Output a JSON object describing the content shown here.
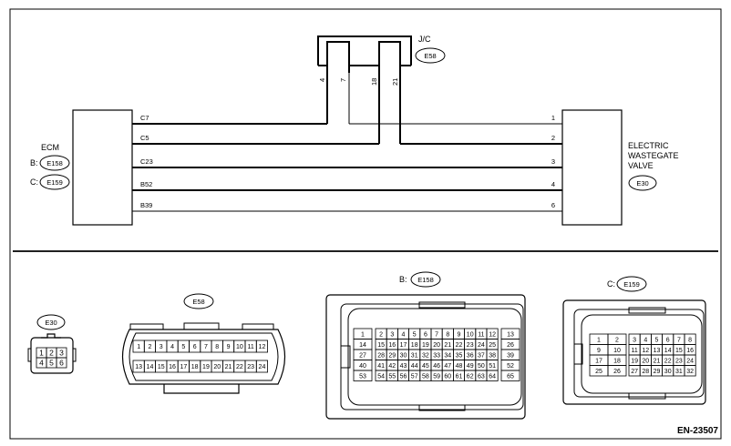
{
  "schematic": {
    "jc": {
      "label": "J/C",
      "connector": "E58",
      "pins": [
        "4",
        "7",
        "18",
        "21"
      ]
    },
    "ecm": {
      "label": "ECM",
      "b_prefix": "B:",
      "b_connector": "E158",
      "c_prefix": "C:",
      "c_connector": "E159"
    },
    "valve": {
      "label_lines": [
        "ELECTRIC",
        "WASTEGATE",
        "VALVE"
      ],
      "connector": "E30"
    },
    "wires": [
      {
        "ecm_pin": "C7",
        "valve_pin": "1"
      },
      {
        "ecm_pin": "C5",
        "valve_pin": "2"
      },
      {
        "ecm_pin": "C23",
        "valve_pin": "3"
      },
      {
        "ecm_pin": "B52",
        "valve_pin": "4"
      },
      {
        "ecm_pin": "B39",
        "valve_pin": "6"
      }
    ]
  },
  "connectors": {
    "e30": {
      "label": "E30",
      "rows": [
        [
          "1",
          "2",
          "3"
        ],
        [
          "4",
          "5",
          "6"
        ]
      ]
    },
    "e58": {
      "label": "E58",
      "rows": [
        [
          "1",
          "2",
          "3",
          "4",
          "5",
          "6",
          "7",
          "8",
          "9",
          "10",
          "11",
          "12"
        ],
        [
          "13",
          "14",
          "15",
          "16",
          "17",
          "18",
          "19",
          "20",
          "21",
          "22",
          "23",
          "24"
        ]
      ]
    },
    "e158": {
      "prefix": "B:",
      "label": "E158",
      "left": [
        "1",
        "14",
        "27",
        "40",
        "53"
      ],
      "middle": [
        [
          "2",
          "3",
          "4",
          "5",
          "6",
          "7",
          "8",
          "9",
          "10",
          "11",
          "12"
        ],
        [
          "15",
          "16",
          "17",
          "18",
          "19",
          "20",
          "21",
          "22",
          "23",
          "24",
          "25"
        ],
        [
          "28",
          "29",
          "30",
          "31",
          "32",
          "33",
          "34",
          "35",
          "36",
          "37",
          "38"
        ],
        [
          "41",
          "42",
          "43",
          "44",
          "45",
          "46",
          "47",
          "48",
          "49",
          "50",
          "51"
        ],
        [
          "54",
          "55",
          "56",
          "57",
          "58",
          "59",
          "60",
          "61",
          "62",
          "63",
          "64"
        ]
      ],
      "right": [
        "13",
        "26",
        "39",
        "52",
        "65"
      ]
    },
    "e159": {
      "prefix": "C:",
      "label": "E159",
      "left": [
        [
          "1",
          "2"
        ],
        [
          "9",
          "10"
        ],
        [
          "17",
          "18"
        ],
        [
          "25",
          "26"
        ]
      ],
      "right": [
        [
          "3",
          "4",
          "5",
          "6",
          "7",
          "8"
        ],
        [
          "11",
          "12",
          "13",
          "14",
          "15",
          "16"
        ],
        [
          "19",
          "20",
          "21",
          "22",
          "23",
          "24"
        ],
        [
          "27",
          "28",
          "29",
          "30",
          "31",
          "32"
        ]
      ]
    }
  },
  "footer": {
    "code": "EN-23507"
  }
}
